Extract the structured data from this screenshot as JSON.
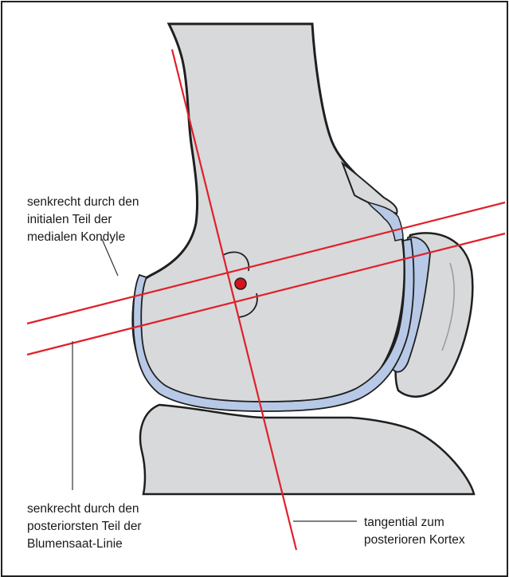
{
  "labels": {
    "medial_condyle": [
      "senkrecht durch den",
      "initialen Teil der",
      "medialen Kondyle"
    ],
    "blumensaat": [
      "senkrecht durch den",
      "posteriorsten Teil der",
      "Blumensaat-Linie"
    ],
    "tangential": [
      "tangential zum",
      "posterioren Kortex"
    ]
  },
  "colors": {
    "bone_fill": "#d8d9db",
    "bone_outline": "#1f1f1f",
    "cartilage_fill": "#b7c9e6",
    "cartilage_edge": "#7f99c6",
    "reference_line": "#e0202a",
    "center_point": "#d4141c",
    "leader_line": "#333333"
  }
}
